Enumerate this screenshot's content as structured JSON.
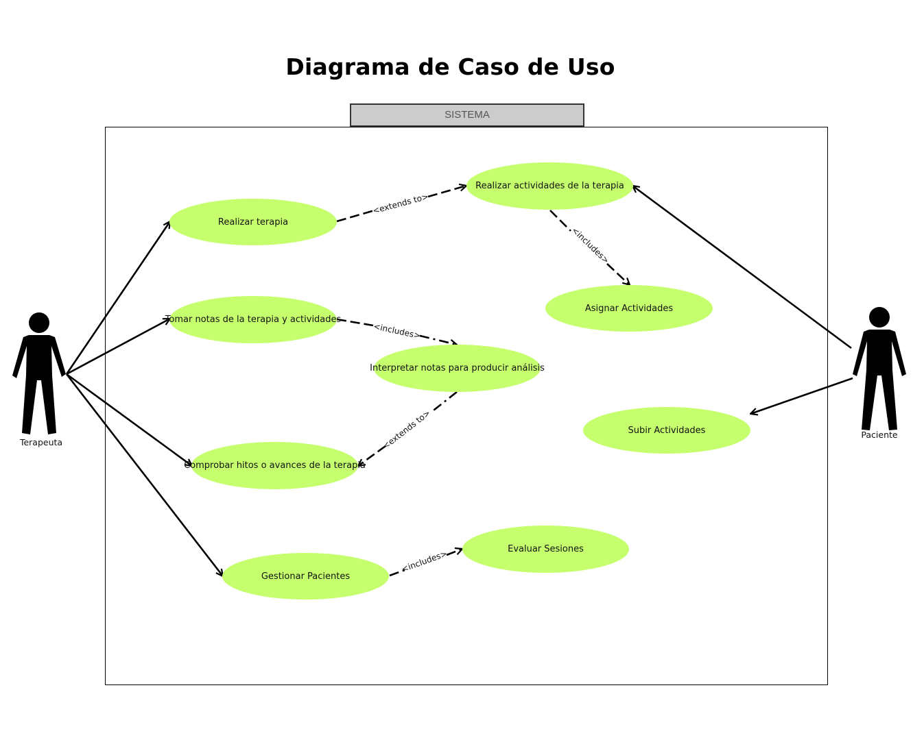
{
  "title": "Diagrama de Caso de Uso",
  "system": {
    "label": "SISTEMA"
  },
  "actors": {
    "terapeuta": {
      "label": "Terapeuta"
    },
    "paciente": {
      "label": "Paciente"
    }
  },
  "use_cases": {
    "realizar_terapia": "Realizar terapia",
    "realizar_actividades": "Realizar actividades de la terapia",
    "asignar_actividades": "Asignar Actividades",
    "tomar_notas": "Tomar notas de la terapia y actividades",
    "interpretar_notas": "Interpretar notas para producir análisis",
    "subir_actividades": "Subir Actividades",
    "comprobar_hitos": "Comprobar hitos o avances de la terapia",
    "gestionar_pacientes": "Gestionar Pacientes",
    "evaluar_sesiones": "Evaluar Sesiones"
  },
  "relations": {
    "extends_1": "<extends to>",
    "includes_1": "<includes>",
    "includes_2": "<includes>",
    "extends_2": "<extends to>",
    "includes_3": "<includes>"
  },
  "colors": {
    "use_case_fill": "#c6ff6e",
    "system_tag_fill": "#cccccc",
    "line": "#000000"
  }
}
